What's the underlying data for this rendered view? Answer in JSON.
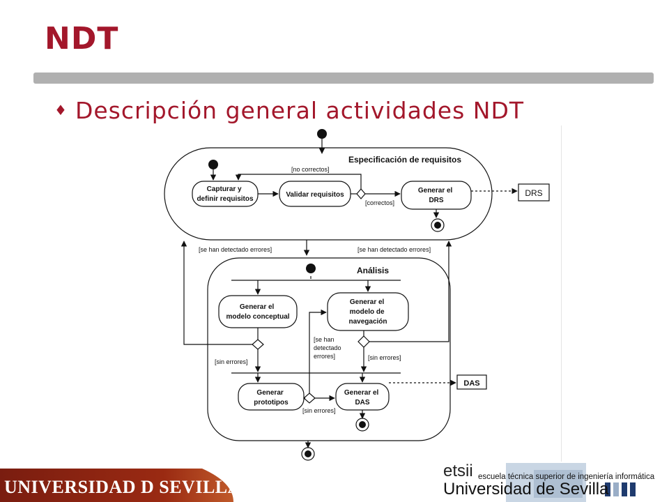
{
  "slide": {
    "title": "NDT",
    "bullet": "Descripción general actividades NDT"
  },
  "diagram": {
    "top_section": "Especificación de requisitos",
    "bottom_section": "Análisis",
    "activities": {
      "capturar": [
        "Capturar y",
        "definir requisitos"
      ],
      "validar": "Validar requisitos",
      "generar_drs": [
        "Generar el",
        "DRS"
      ],
      "modelo_conceptual": [
        "Generar el",
        "modelo conceptual"
      ],
      "modelo_navegacion": [
        "Generar el",
        "modelo de",
        "navegación"
      ],
      "prototipos": [
        "Generar",
        "prototipos"
      ],
      "generar_das": [
        "Generar el",
        "DAS"
      ]
    },
    "artifacts": {
      "drs": "DRS",
      "das": "DAS"
    },
    "guards": {
      "no_correctos": "[no correctos]",
      "correctos": "[correctos]",
      "errores_left": "[se han detectado errores]",
      "errores_right": "[se han detectado errores]",
      "sin_errores_left": "[sin errores]",
      "sin_errores_right": "[sin errores]",
      "sin_errores_bottom": "[sin errores]",
      "se_han_detectado": [
        "[se han",
        "detectado",
        "errores]"
      ]
    }
  },
  "footer": {
    "university": "UNIVERSIDAD D SEVILLA",
    "etsii": "etsii",
    "etsii_full": "escuela técnica superior de ingeniería informática",
    "etsii_university": "Universidad de Sevilla"
  },
  "colors": {
    "brand": "#a3172b",
    "bar": "#b0b0b0"
  }
}
